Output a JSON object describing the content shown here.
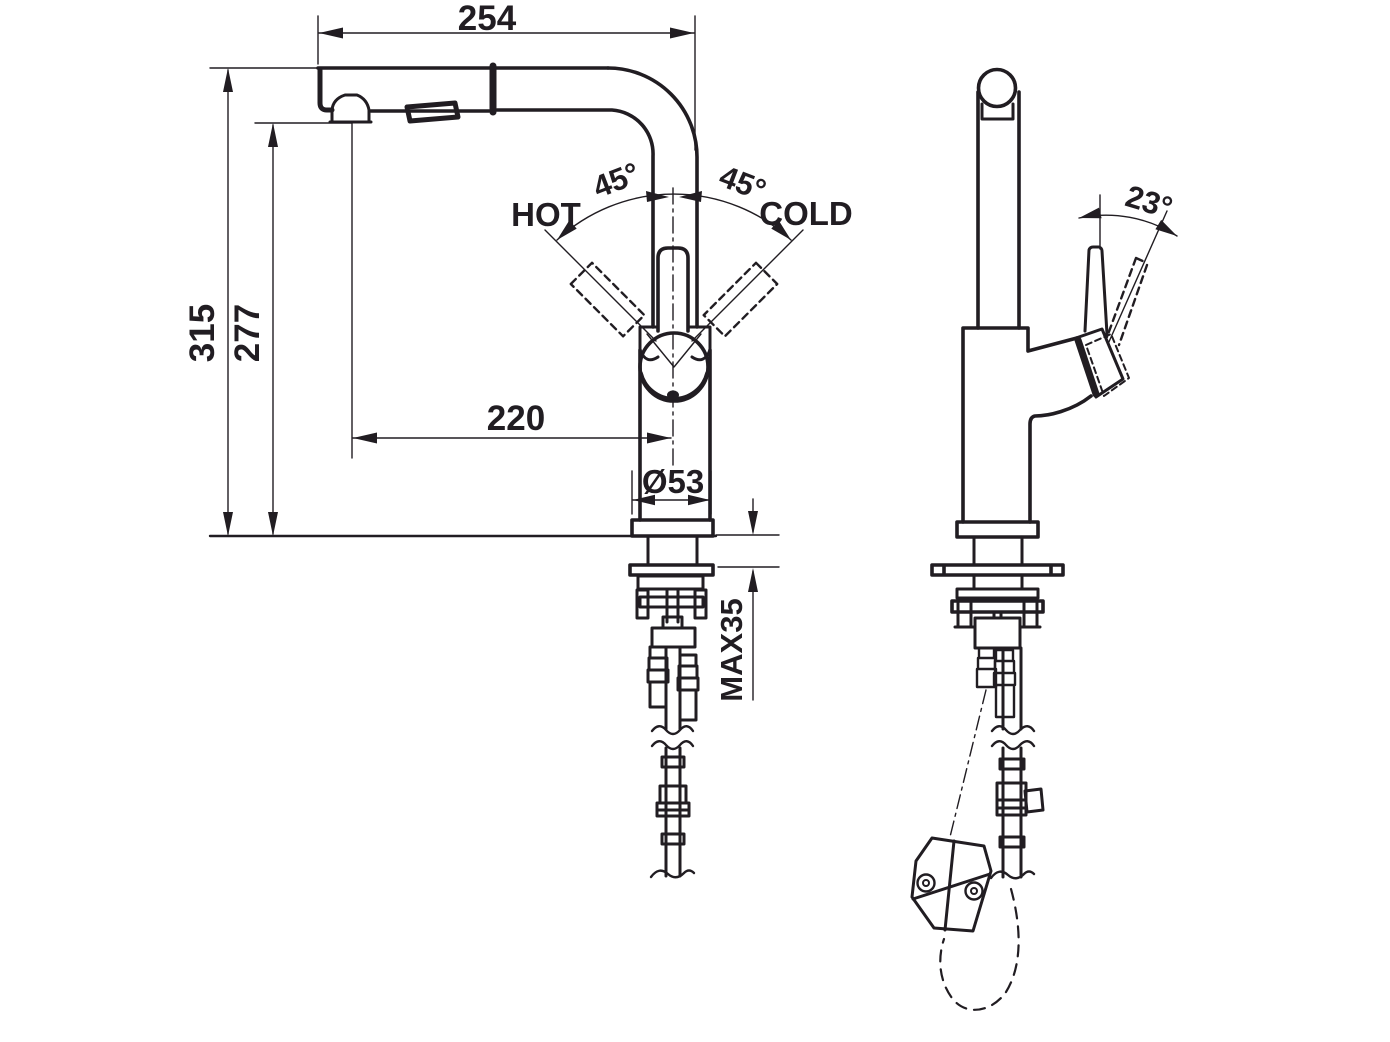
{
  "title": "Kitchen faucet dimensional technical drawing",
  "drawing": {
    "background": "#ffffff",
    "line_color": "#211d22",
    "views": {
      "front": "front view with pull-out spray head",
      "side": "side view with lever and hose loop"
    },
    "labels": {
      "spout_reach": "254",
      "overall_height": "315",
      "outlet_height": "277",
      "outlet_reach": "220",
      "base_diameter": "Ø53",
      "max_counter_thickness": "MAX35",
      "hot": "HOT",
      "cold": "COLD",
      "swing_left": "45°",
      "swing_right": "45°",
      "lever_tilt": "23°"
    }
  }
}
